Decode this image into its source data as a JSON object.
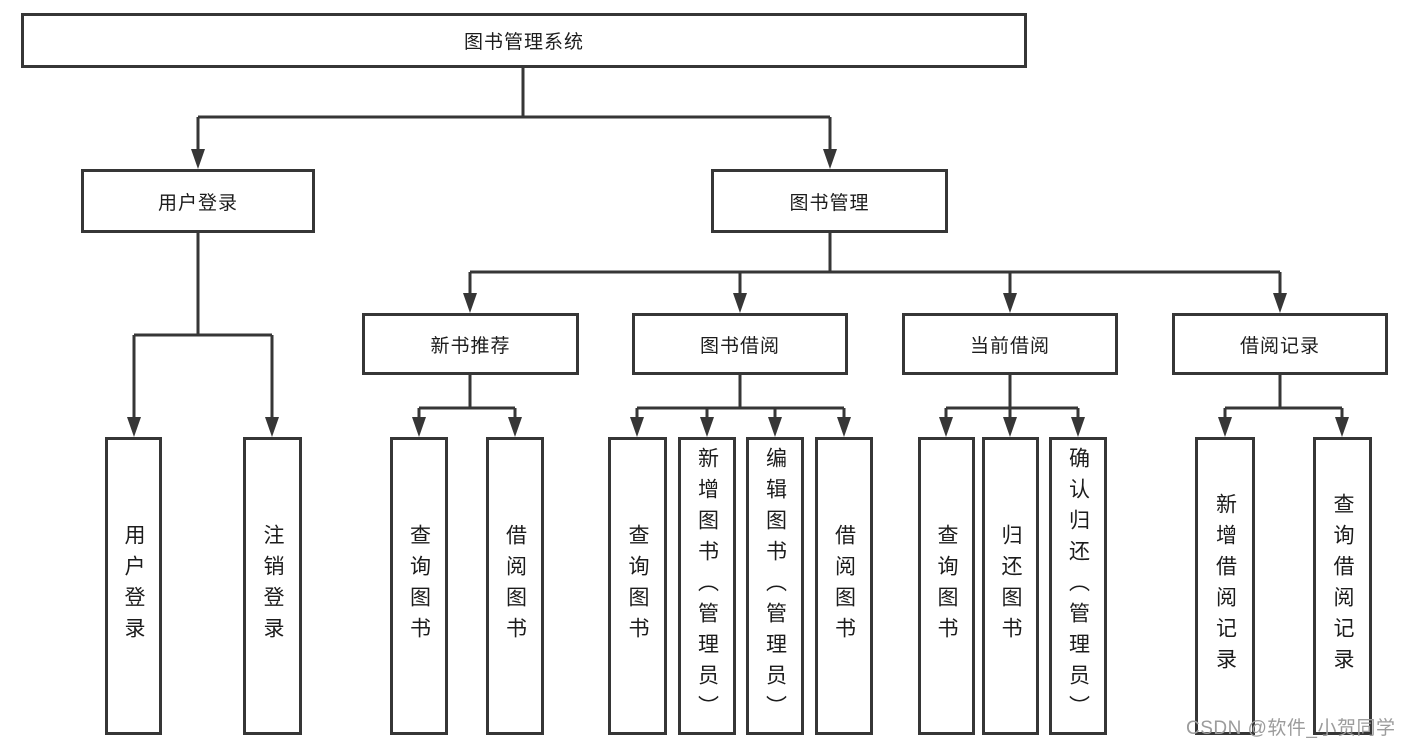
{
  "diagram_type": "hierarchy-tree",
  "colors": {
    "line": "#363636",
    "box_border": "#363636",
    "text": "#1c1c1c",
    "watermark": "#9c9c9c",
    "background": "#ffffff"
  },
  "watermark": {
    "text": "CSDN @软件_小贺同学"
  },
  "tree": {
    "label": "图书管理系统",
    "children": [
      {
        "label": "用户登录",
        "children": [
          {
            "label": "用户登录"
          },
          {
            "label": "注销登录"
          }
        ]
      },
      {
        "label": "图书管理",
        "children": [
          {
            "label": "新书推荐",
            "children": [
              {
                "label": "查询图书"
              },
              {
                "label": "借阅图书"
              }
            ]
          },
          {
            "label": "图书借阅",
            "children": [
              {
                "label": "查询图书"
              },
              {
                "label": "新增图书（管理员）"
              },
              {
                "label": "编辑图书（管理员）"
              },
              {
                "label": "借阅图书"
              }
            ]
          },
          {
            "label": "当前借阅",
            "children": [
              {
                "label": "查询图书"
              },
              {
                "label": "归还图书"
              },
              {
                "label": "确认归还（管理员）"
              }
            ]
          },
          {
            "label": "借阅记录",
            "children": [
              {
                "label": "新增借阅记录"
              },
              {
                "label": "查询借阅记录"
              }
            ]
          }
        ]
      }
    ]
  }
}
